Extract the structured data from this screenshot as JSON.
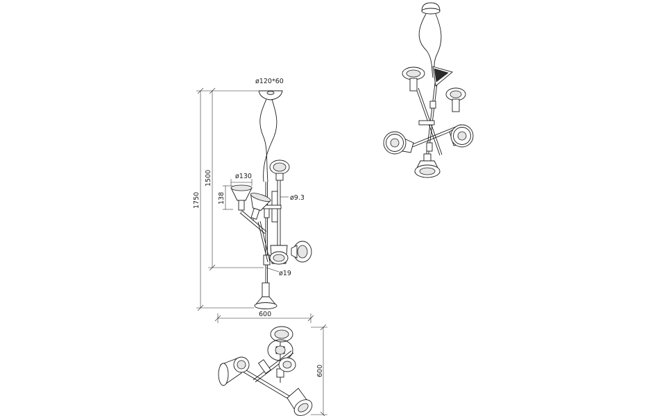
{
  "dimensions": {
    "canopy": "ø120*60",
    "shade_diameter": "ø130",
    "shade_height": "138",
    "rod_diameter": "ø9.3",
    "tube_diameter": "ø19",
    "drop_height": "1500",
    "total_height": "1750",
    "width": "600",
    "plan_width": "600",
    "plan_depth": "600"
  },
  "colors": {
    "line": "#1a1a1a",
    "background": "#ffffff",
    "shade_fill": "#e6e6e6"
  }
}
